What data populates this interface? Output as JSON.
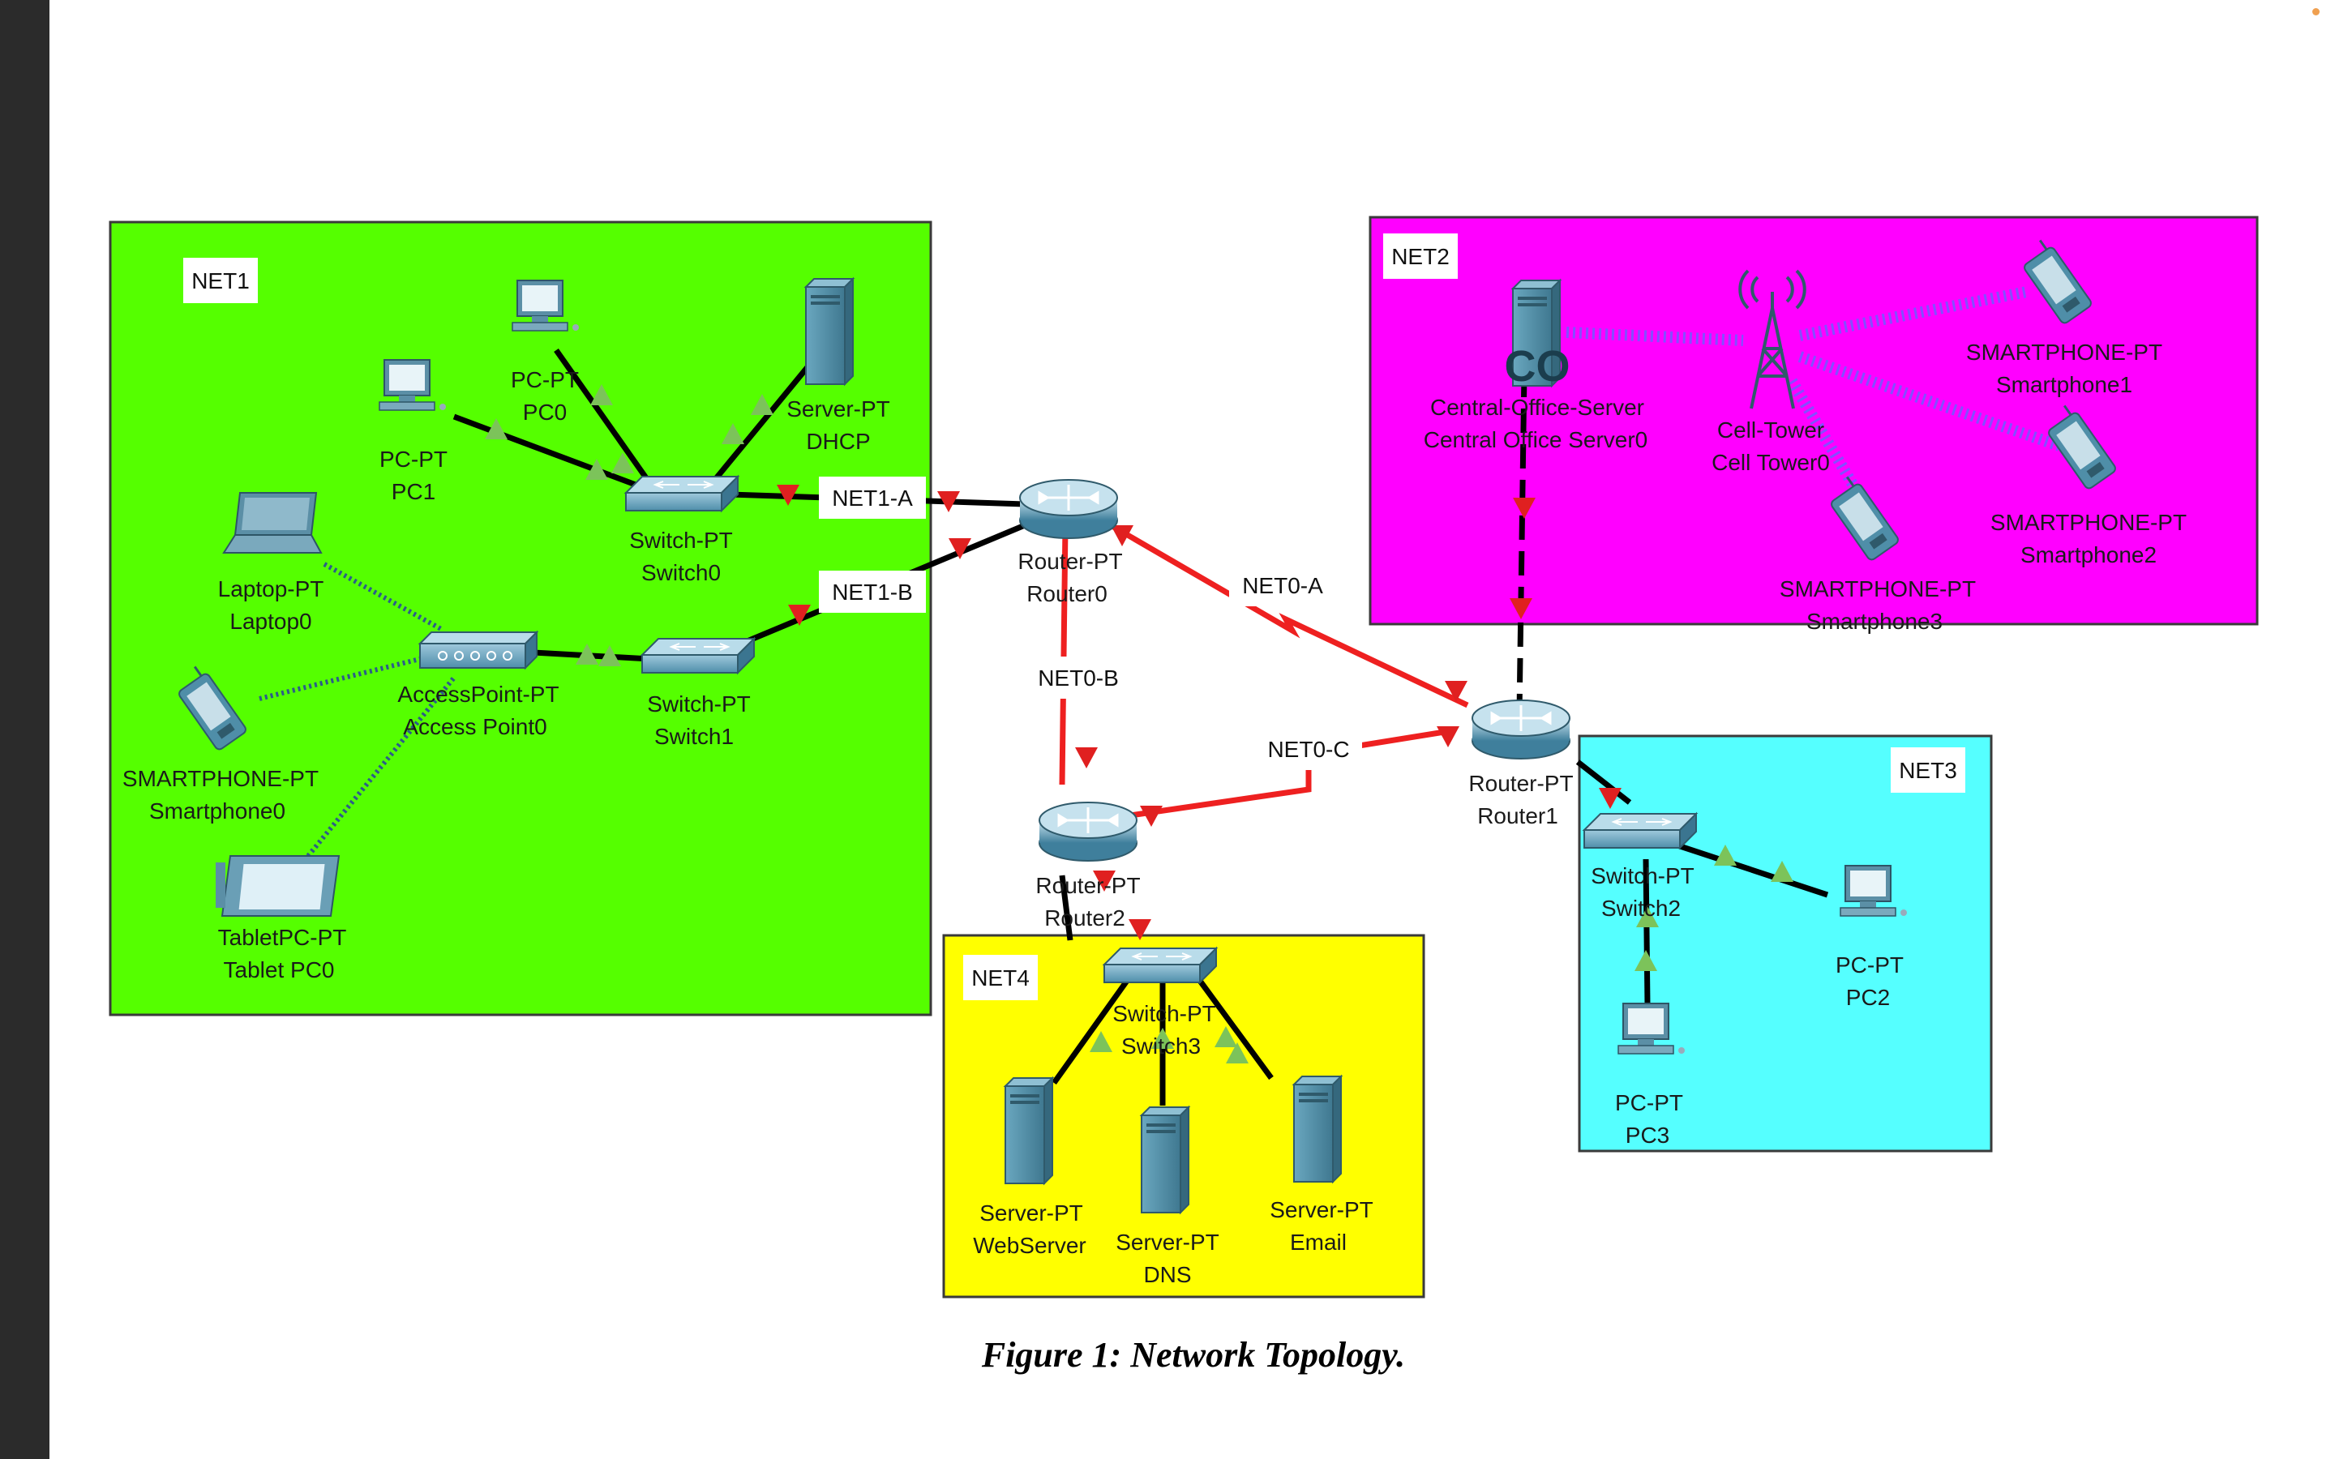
{
  "figure": {
    "caption": "Figure 1: Network Topology."
  },
  "colors": {
    "net1": "#55ff00",
    "net2": "#ff00ff",
    "net3": "#55ffff",
    "net4": "#ffff00",
    "serial_link": "#ee2020",
    "ethernet_link": "#000000",
    "port_up": "#7cc35a",
    "port_down": "#e02020"
  },
  "networks": {
    "net1": "NET1",
    "net2": "NET2",
    "net3": "NET3",
    "net4": "NET4"
  },
  "link_labels": {
    "net1a": "NET1-A",
    "net1b": "NET1-B",
    "net0a": "NET0-A",
    "net0b": "NET0-B",
    "net0c": "NET0-C"
  },
  "devices": {
    "pc0": {
      "type": "PC-PT",
      "name": "PC0"
    },
    "pc1": {
      "type": "PC-PT",
      "name": "PC1"
    },
    "dhcp": {
      "type": "Server-PT",
      "name": "DHCP"
    },
    "switch0": {
      "type": "Switch-PT",
      "name": "Switch0"
    },
    "switch1": {
      "type": "Switch-PT",
      "name": "Switch1"
    },
    "laptop0": {
      "type": "Laptop-PT",
      "name": "Laptop0"
    },
    "ap0": {
      "type": "AccessPoint-PT",
      "name": "Access Point0"
    },
    "smartphone0": {
      "type": "SMARTPHONE-PT",
      "name": "Smartphone0"
    },
    "tablet0": {
      "type": "TabletPC-PT",
      "name": "Tablet PC0"
    },
    "router0": {
      "type": "Router-PT",
      "name": "Router0"
    },
    "router1": {
      "type": "Router-PT",
      "name": "Router1"
    },
    "router2": {
      "type": "Router-PT",
      "name": "Router2"
    },
    "co_server": {
      "type": "Central-Office-Server",
      "name": "Central Office Server0"
    },
    "cell_tower": {
      "type": "Cell-Tower",
      "name": "Cell Tower0"
    },
    "smartphone1": {
      "type": "SMARTPHONE-PT",
      "name": "Smartphone1"
    },
    "smartphone2": {
      "type": "SMARTPHONE-PT",
      "name": "Smartphone2"
    },
    "smartphone3": {
      "type": "SMARTPHONE-PT",
      "name": "Smartphone3"
    },
    "switch2": {
      "type": "Switch-PT",
      "name": "Switch2"
    },
    "pc2": {
      "type": "PC-PT",
      "name": "PC2"
    },
    "pc3": {
      "type": "PC-PT",
      "name": "PC3"
    },
    "switch3": {
      "type": "Switch-PT",
      "name": "Switch3"
    },
    "webserver": {
      "type": "Server-PT",
      "name": "WebServer"
    },
    "dns": {
      "type": "Server-PT",
      "name": "DNS"
    },
    "email": {
      "type": "Server-PT",
      "name": "Email"
    }
  },
  "icons": {
    "co_badge": "CO"
  }
}
